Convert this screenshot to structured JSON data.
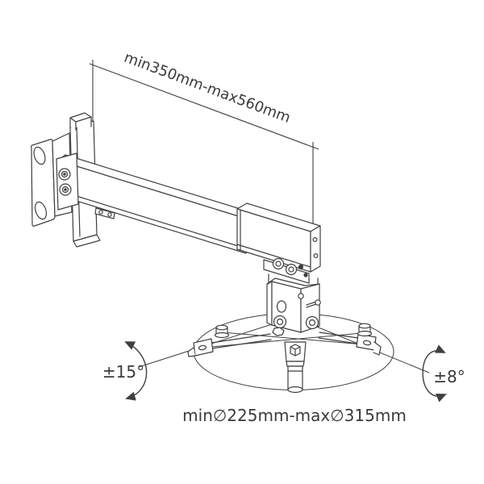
{
  "diagram": {
    "type": "technical-line-drawing",
    "subject": "projector ceiling/wall mount with telescopic arm and spider bracket",
    "labels": {
      "arm_length_range": "min350mm-max560mm",
      "tilt_angle": "±15°",
      "swivel_angle": "±8°",
      "diameter_range": "min∅225mm-max∅315mm"
    },
    "colors": {
      "line": "#3f3f3f",
      "text": "#3a3a3a",
      "background": "#ffffff"
    }
  }
}
